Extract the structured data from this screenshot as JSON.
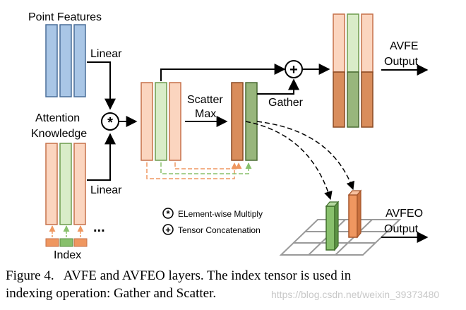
{
  "labels": {
    "point_features": "Point Features",
    "linear_top": "Linear",
    "attention": "Attention",
    "knowledge": "Knowledge",
    "linear_bottom": "Linear",
    "index": "Index",
    "dots": "...",
    "scatter": "Scatter",
    "max": "Max",
    "gather": "Gather",
    "avfe_line1": "AVFE",
    "avfe_line2": "Output",
    "avfeo_line1": "AVFEO",
    "avfeo_line2": "Output"
  },
  "legend": {
    "multiply_symbol": "*",
    "multiply_label": "ELement-wise Multiply",
    "concat_symbol": "+",
    "concat_label": "Tensor  Concatenation"
  },
  "caption": {
    "line1": "Figure 4.   AVFE and AVFEO layers. The index tensor is used in",
    "line2": "indexing operation: Gather and Scatter."
  },
  "watermark": "https://blog.csdn.net/weixin_39373480",
  "colors": {
    "blue_fill": "#a9c6e6",
    "blue_stroke": "#4a6f99",
    "peach_fill": "#fbd5bf",
    "peach_stroke": "#c6714a",
    "green_fill": "#d9ecc8",
    "green_stroke": "#6e9b4e",
    "dark_orange_fill": "#d98d5c",
    "dark_green_fill": "#98b67c",
    "index_orange": "#ef9760",
    "index_green": "#88c06c"
  }
}
